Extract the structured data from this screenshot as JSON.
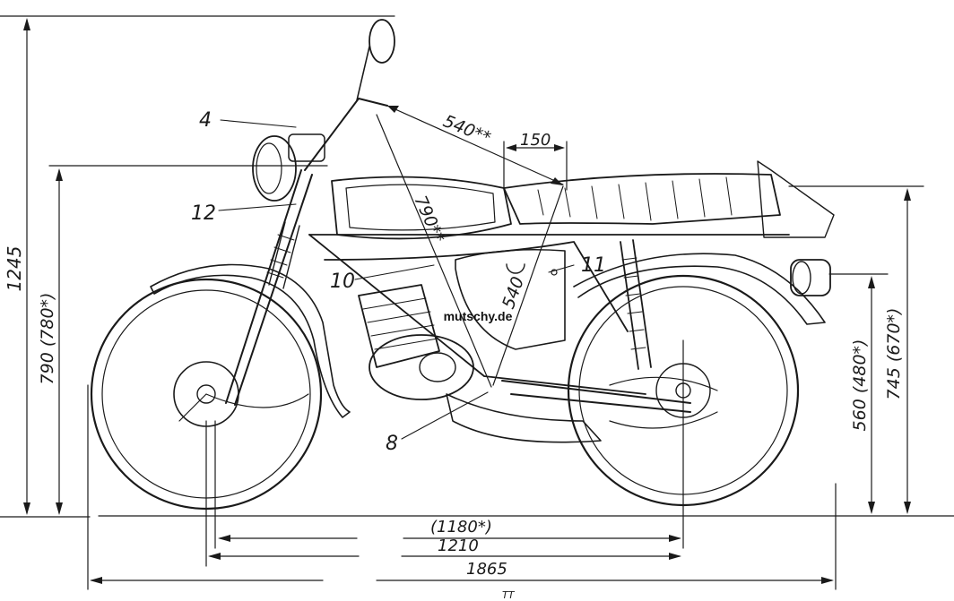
{
  "watermark": "mutschy.de",
  "part_callouts": [
    "4",
    "12",
    "10",
    "11",
    "8"
  ],
  "dimensions": {
    "overall_height": "1245",
    "handlebar_height": "790 (780*)",
    "mirror_diagonal": "540**",
    "offset_150": "150",
    "handle_to_seat_diagonal": "790**",
    "seat_diagonal": "540",
    "rear_light_height": "560 (480*)",
    "seat_height": "745 (670*)",
    "wheelbase_alt": "(1180*)",
    "wheelbase": "1210",
    "overall_length": "1865"
  },
  "footer_mark": "TT"
}
